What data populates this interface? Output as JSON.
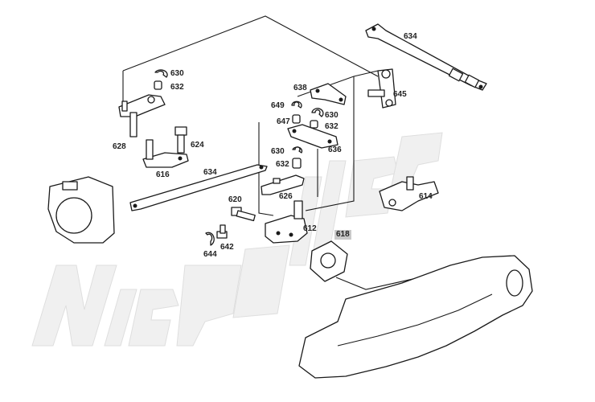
{
  "watermark": {
    "text": "Niemöller",
    "color": "#e6e6e6"
  },
  "highlight_color": "#c9c9c9",
  "labels": {
    "p634_top": "634",
    "p645": "645",
    "p638": "638",
    "p630_top": "630",
    "p632_top": "632",
    "p649": "649",
    "p647": "647",
    "p630_mid": "630",
    "p632_mid": "632",
    "p636": "636",
    "p630_low": "630",
    "p632_low": "632",
    "p628": "628",
    "p624": "624",
    "p616": "616",
    "p634_low": "634",
    "p626": "626",
    "p614": "614",
    "p620": "620",
    "p612": "612",
    "p618": "618",
    "p642": "642",
    "p644": "644"
  }
}
